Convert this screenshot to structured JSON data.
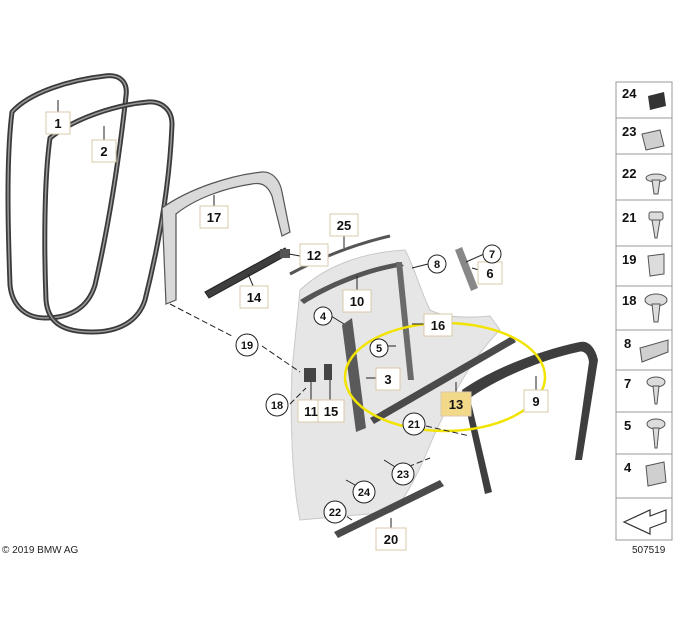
{
  "copyright": "© 2019 BMW AG",
  "diagram_id": "507519",
  "highlight_color": "#f2e400",
  "highlight_box_color": "#f2d98a",
  "part_labels": {
    "p1": "1",
    "p2": "2",
    "p17": "17",
    "p12": "12",
    "p14": "14",
    "p25": "25",
    "p10": "10",
    "p8": "8",
    "p7": "7",
    "p6": "6",
    "p4": "4",
    "p16": "16",
    "p5": "5",
    "p3": "3",
    "p19": "19",
    "p18": "18",
    "p11": "11",
    "p15": "15",
    "p13": "13",
    "p9": "9",
    "p21": "21",
    "p23": "23",
    "p24": "24",
    "p22": "22",
    "p20": "20"
  },
  "side_panel": [
    "24",
    "23",
    "22",
    "21",
    "19",
    "18",
    "8",
    "7",
    "5",
    "4"
  ]
}
